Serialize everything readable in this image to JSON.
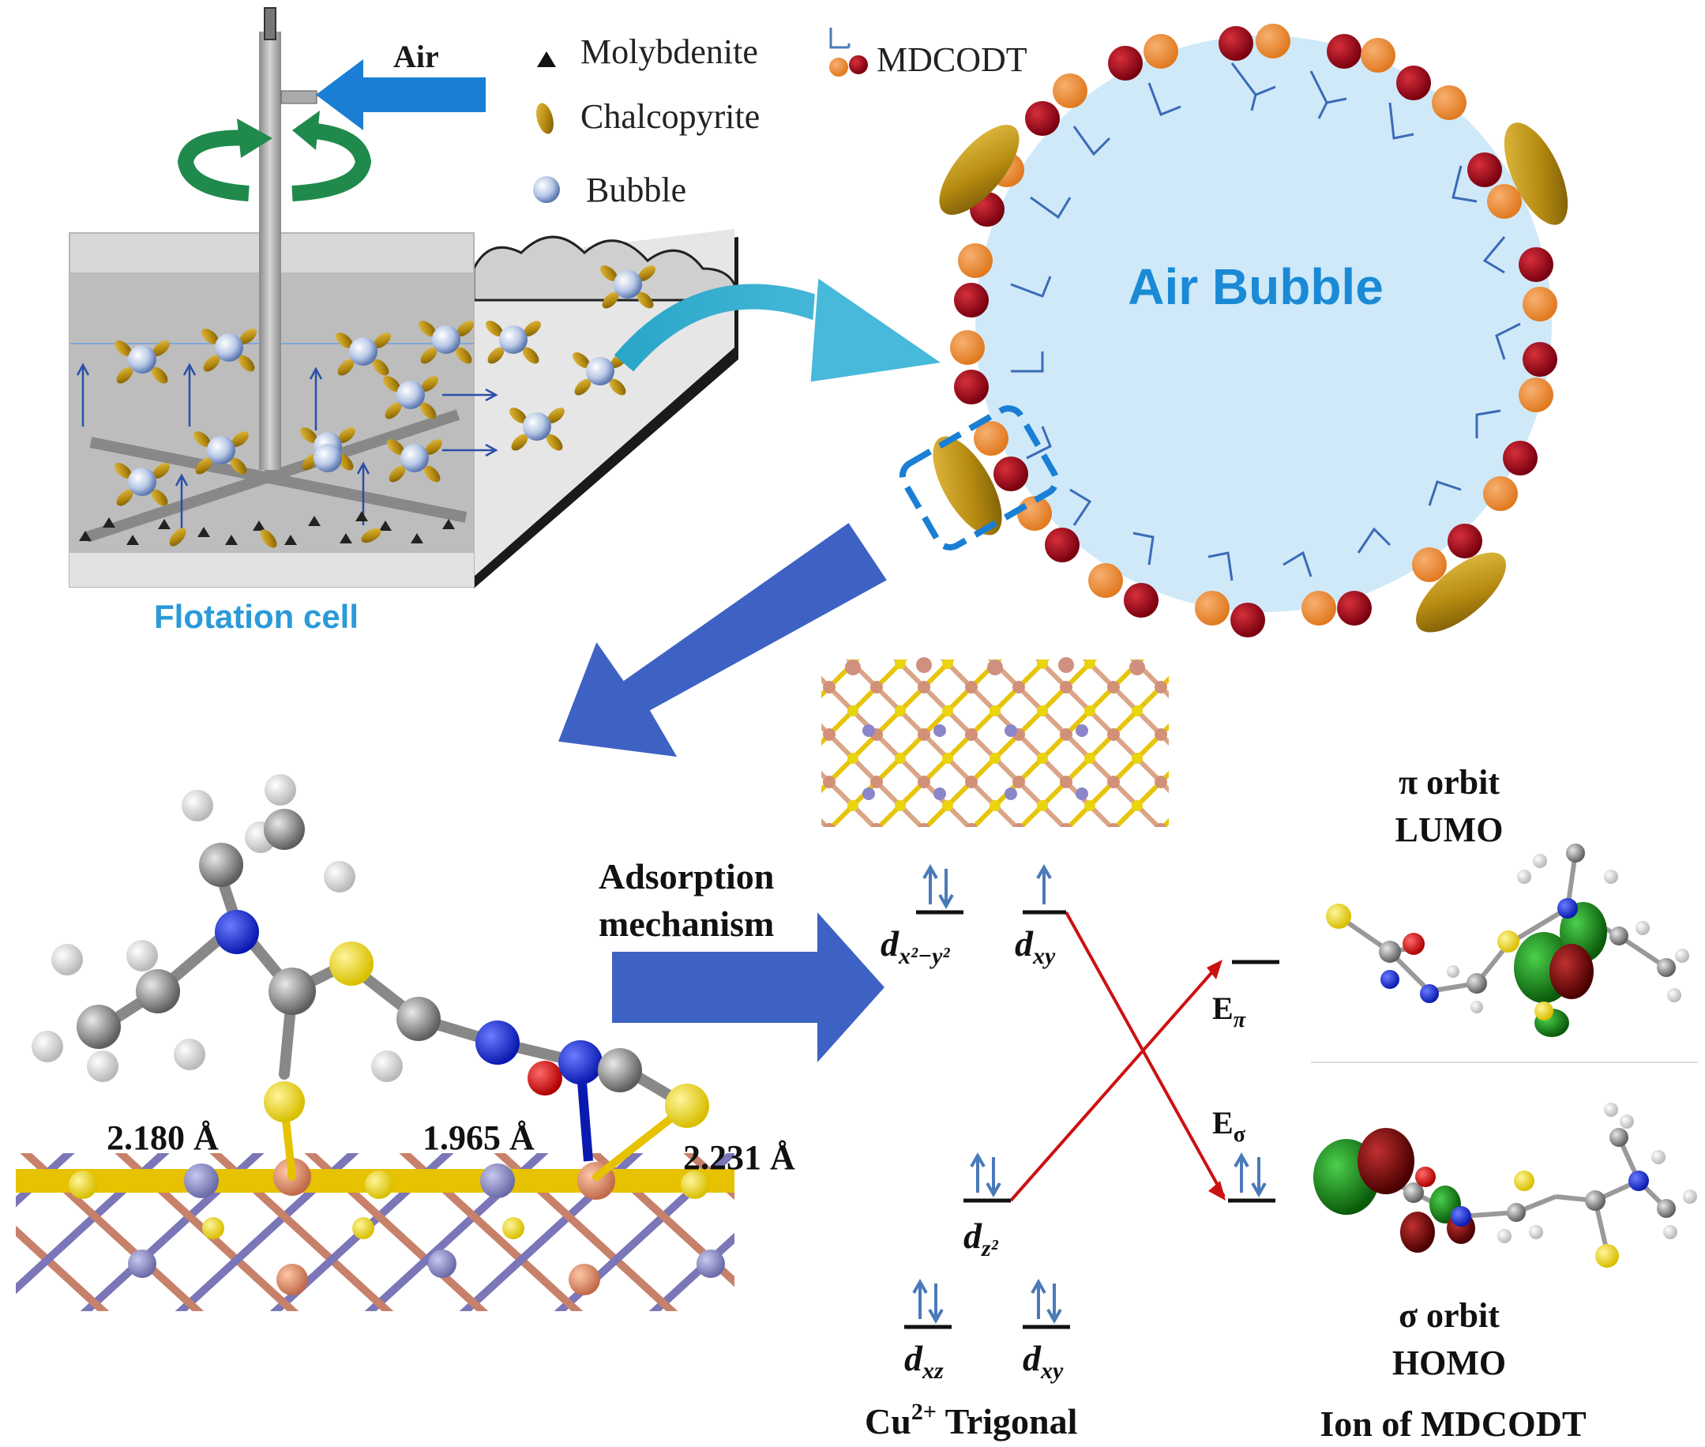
{
  "legend": {
    "air": "Air",
    "molybdenite": "Molybdenite",
    "chalcopyrite": "Chalcopyrite",
    "bubble": "Bubble",
    "mdcodt": "MDCODT"
  },
  "flotation_cell_label": "Flotation cell",
  "air_bubble_label": "Air Bubble",
  "adsorption": {
    "line1": "Adsorption",
    "line2": "mechanism"
  },
  "bonds": {
    "b1": "2.180 Å",
    "b2": "1.965 Å",
    "b3": "2.231 Å"
  },
  "orbitals": {
    "dx2y2": {
      "d": "d",
      "sub": "x²−y²"
    },
    "dxy_top": {
      "d": "d",
      "sub": "xy"
    },
    "dz2": {
      "d": "d",
      "sub": "z²"
    },
    "dxz": {
      "d": "d",
      "sub": "xz"
    },
    "dxy_bottom": {
      "d": "d",
      "sub": "xy"
    },
    "e_pi": {
      "e": "E",
      "sub": "π"
    },
    "e_sigma": {
      "e": "E",
      "sub": "σ"
    }
  },
  "cu_label": {
    "prefix": "Cu",
    "sup": "2+",
    "suffix": " Trigonal"
  },
  "lumo": {
    "line1": "π orbit",
    "line2": "LUMO"
  },
  "homo": {
    "line1": "σ orbit",
    "line2": "HOMO"
  },
  "ion_label": "Ion of MDCODT",
  "colors": {
    "blue_arrow": "#1a7fd4",
    "big_arrow": "#3e62c4",
    "green_rotation": "#1f8a4c",
    "bubble_fill": "#cfe9f8",
    "air_bubble_text": "#1a8ad6",
    "flotation_text": "#2a9ad8",
    "dark_red": "#a80f1c",
    "orange": "#f08c3c",
    "gold": "#c79a1a",
    "red_line": "#cc1111"
  }
}
